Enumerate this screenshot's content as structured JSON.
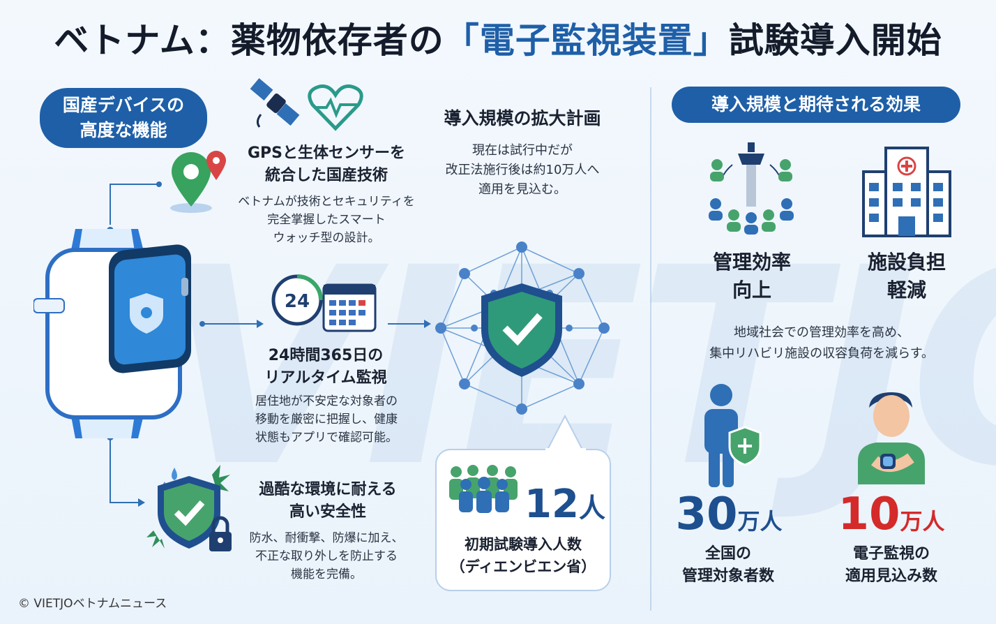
{
  "title": {
    "prefix": "ベトナム：薬物依存者の",
    "highlight": "「電子監視装置」",
    "suffix": "試験導入開始"
  },
  "left_pill": {
    "line1": "国産デバイスの",
    "line2": "高度な機能"
  },
  "right_pill": "導入規模と期待される効果",
  "watermark": "VIETJO",
  "feature1": {
    "title1": "GPSと生体センサーを",
    "title2": "統合した国産技術",
    "desc1": "ベトナムが技術とセキュリティを",
    "desc2": "完全掌握したスマート",
    "desc3": "ウォッチ型の設計。"
  },
  "feature2": {
    "badge": "24",
    "title1": "24時間365日の",
    "title2": "リアルタイム監視",
    "desc1": "居住地が不安定な対象者の",
    "desc2": "移動を厳密に把握し、健康",
    "desc3": "状態もアプリで確認可能。"
  },
  "feature3": {
    "title1": "過酷な環境に耐える",
    "title2": "高い安全性",
    "desc1": "防水、耐衝撃、防爆に加え、",
    "desc2": "不正な取り外しを防止する",
    "desc3": "機能を完備。"
  },
  "expansion": {
    "title": "導入規模の拡大計画",
    "desc1": "現在は試行中だが",
    "desc2": "改正法施行後は約10万人へ",
    "desc3": "適用を見込む。"
  },
  "initial": {
    "number": "12",
    "unit": "人",
    "label1": "初期試験導入人数",
    "label2": "（ディエンビエン省）"
  },
  "effects": {
    "a1": "管理効率",
    "a2": "向上",
    "b1": "施設負担",
    "b2": "軽減",
    "desc1": "地域社会での管理効率を高め、",
    "desc2": "集中リハビリ施設の収容負荷を減らす。"
  },
  "stat1": {
    "number": "30",
    "unit": "万人",
    "label1": "全国の",
    "label2": "管理対象者数"
  },
  "stat2": {
    "number": "10",
    "unit": "万人",
    "label1": "電子監視の",
    "label2": "適用見込み数"
  },
  "footer": "© VIETJOベトナムニュース",
  "colors": {
    "primary": "#1e5fa8",
    "green": "#3aa66a",
    "red": "#d42a2a",
    "dark": "#141b2a"
  },
  "icons": [
    "satellite-icon",
    "heart-pulse-icon",
    "map-pin-icon",
    "smartwatch-icon",
    "clock-24-icon",
    "calendar-icon",
    "shield-network-icon",
    "shield-check-icon",
    "lock-icon",
    "people-group-icon",
    "control-tower-icon",
    "hospital-icon",
    "person-shield-icon",
    "person-watch-icon"
  ]
}
